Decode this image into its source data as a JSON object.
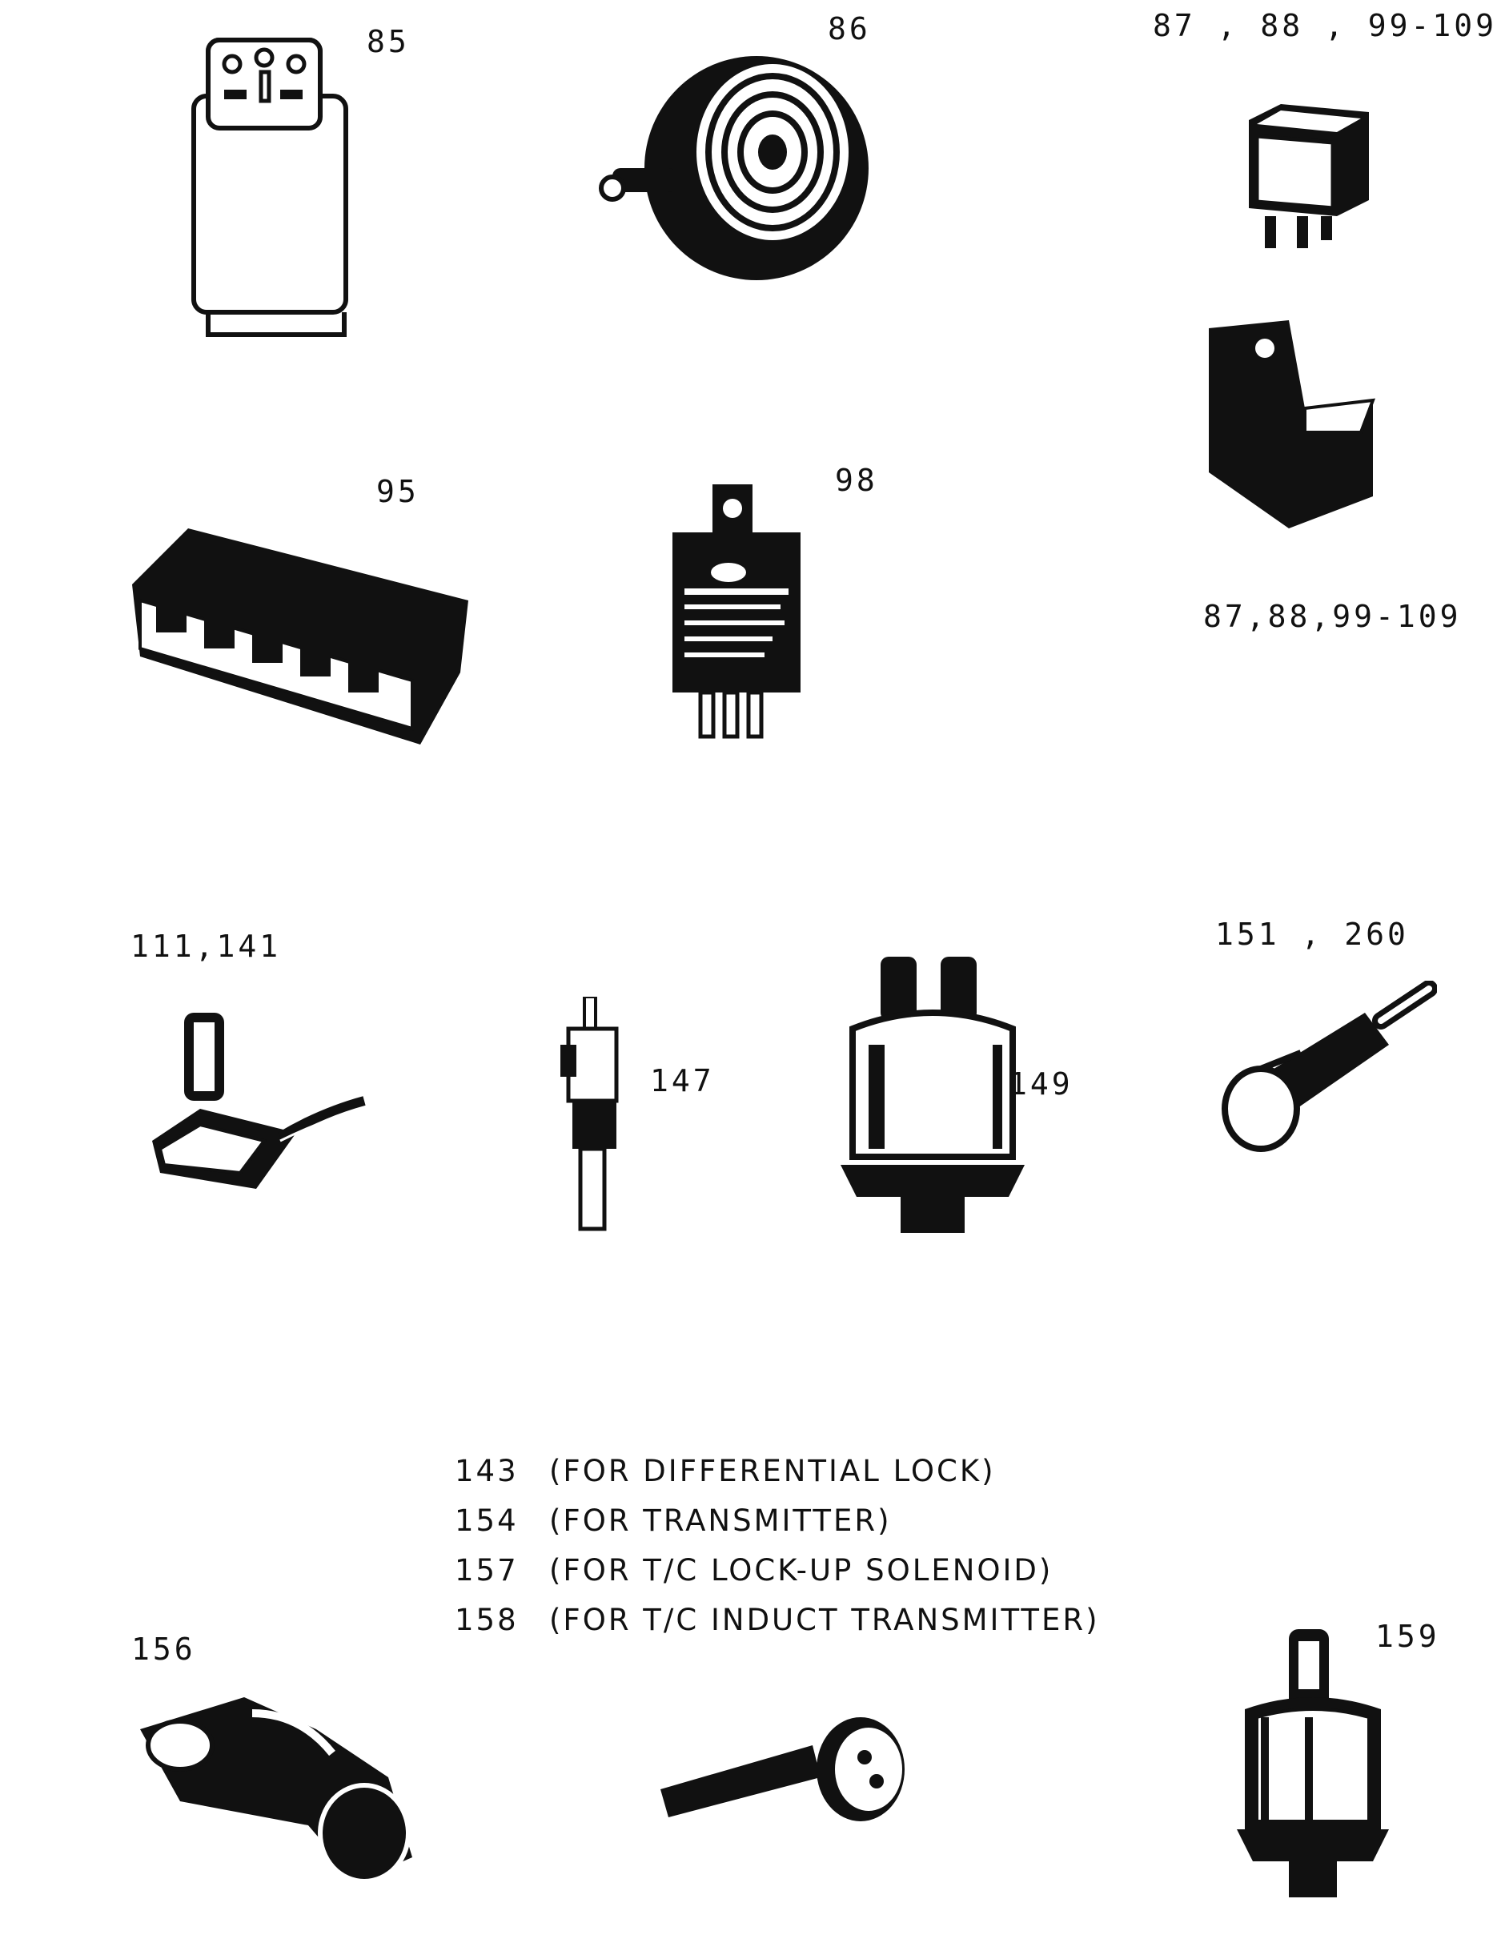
{
  "labels": {
    "p85": "85",
    "p86": "86",
    "p87_top": "87 , 88 , 99-109",
    "p87_bottom": "87,88,99-109",
    "p95": "95",
    "p98": "98",
    "p111": "111,141",
    "p147": "147",
    "p149": "149",
    "p151": "151 , 260",
    "p156": "156",
    "p159": "159"
  },
  "legend": [
    {
      "num": "143",
      "text": "(FOR DIFFERENTIAL LOCK)"
    },
    {
      "num": "154",
      "text": "(FOR TRANSMITTER)"
    },
    {
      "num": "157",
      "text": "(FOR T/C LOCK-UP SOLENOID)"
    },
    {
      "num": "158",
      "text": "(FOR T/C INDUCT TRANSMITTER)"
    }
  ]
}
